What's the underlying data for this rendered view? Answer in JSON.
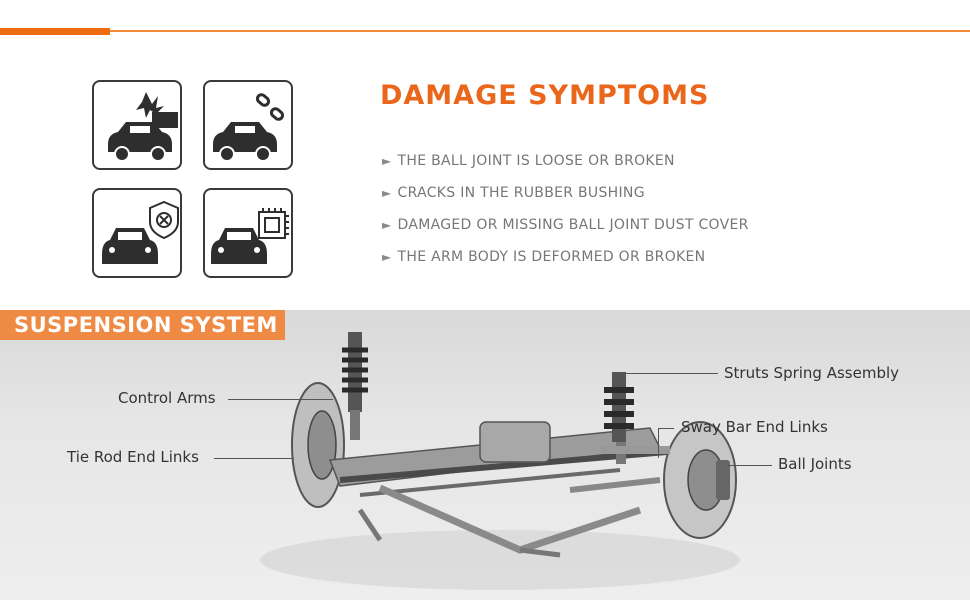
{
  "damage": {
    "title": "DAMAGE SYMPTOMS",
    "items": [
      "THE BALL JOINT IS LOOSE OR BROKEN",
      "CRACKS IN THE RUBBER BUSHING",
      "DAMAGED OR MISSING BALL JOINT DUST COVER",
      "THE ARM BODY IS DEFORMED OR BROKEN"
    ],
    "bullet": "►"
  },
  "icons": [
    "car-collision-icon",
    "car-broken-link-icon",
    "car-shield-x-icon",
    "car-chip-icon"
  ],
  "suspension": {
    "title": "SUSPENSION SYSTEM",
    "labels": {
      "control_arms": "Control Arms",
      "tie_rod": "Tie Rod End Links",
      "struts": "Struts Spring Assembly",
      "sway_bar": "Sway Bar End Links",
      "ball_joints": "Ball Joints"
    }
  },
  "colors": {
    "accent": "#ef6b12",
    "banner": "#ef8a45",
    "text_gray": "#777777"
  }
}
